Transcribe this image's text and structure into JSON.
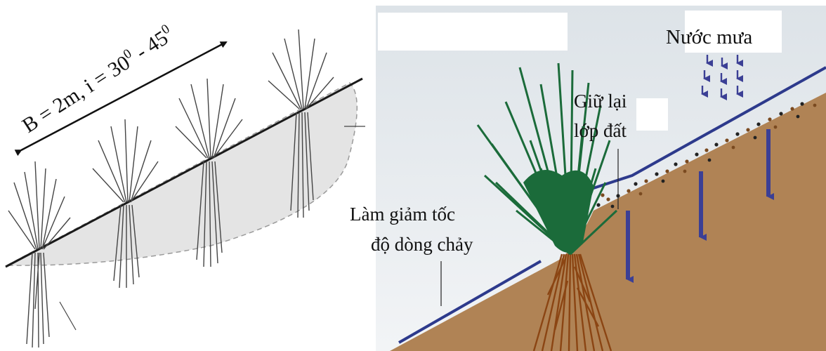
{
  "left_panel": {
    "dimension_label": "B = 2m, i = 30",
    "angle_from": "0",
    "angle_separator": " - 45",
    "angle_to": "0"
  },
  "right_panel": {
    "rain_label": "Nước mưa",
    "retain_label_line1": "Giữ lại",
    "retain_label_line2": "lớp đất",
    "slow_label_line1": "Làm giảm tốc",
    "slow_label_line2": "độ dòng chảy"
  },
  "colors": {
    "soil": "#B08355",
    "water": "#2D3A8C",
    "grass": "#1B6B3A",
    "roots": "#8B4513",
    "sky": "#E6EBEF",
    "sketch_shade": "#E3E3E3"
  }
}
